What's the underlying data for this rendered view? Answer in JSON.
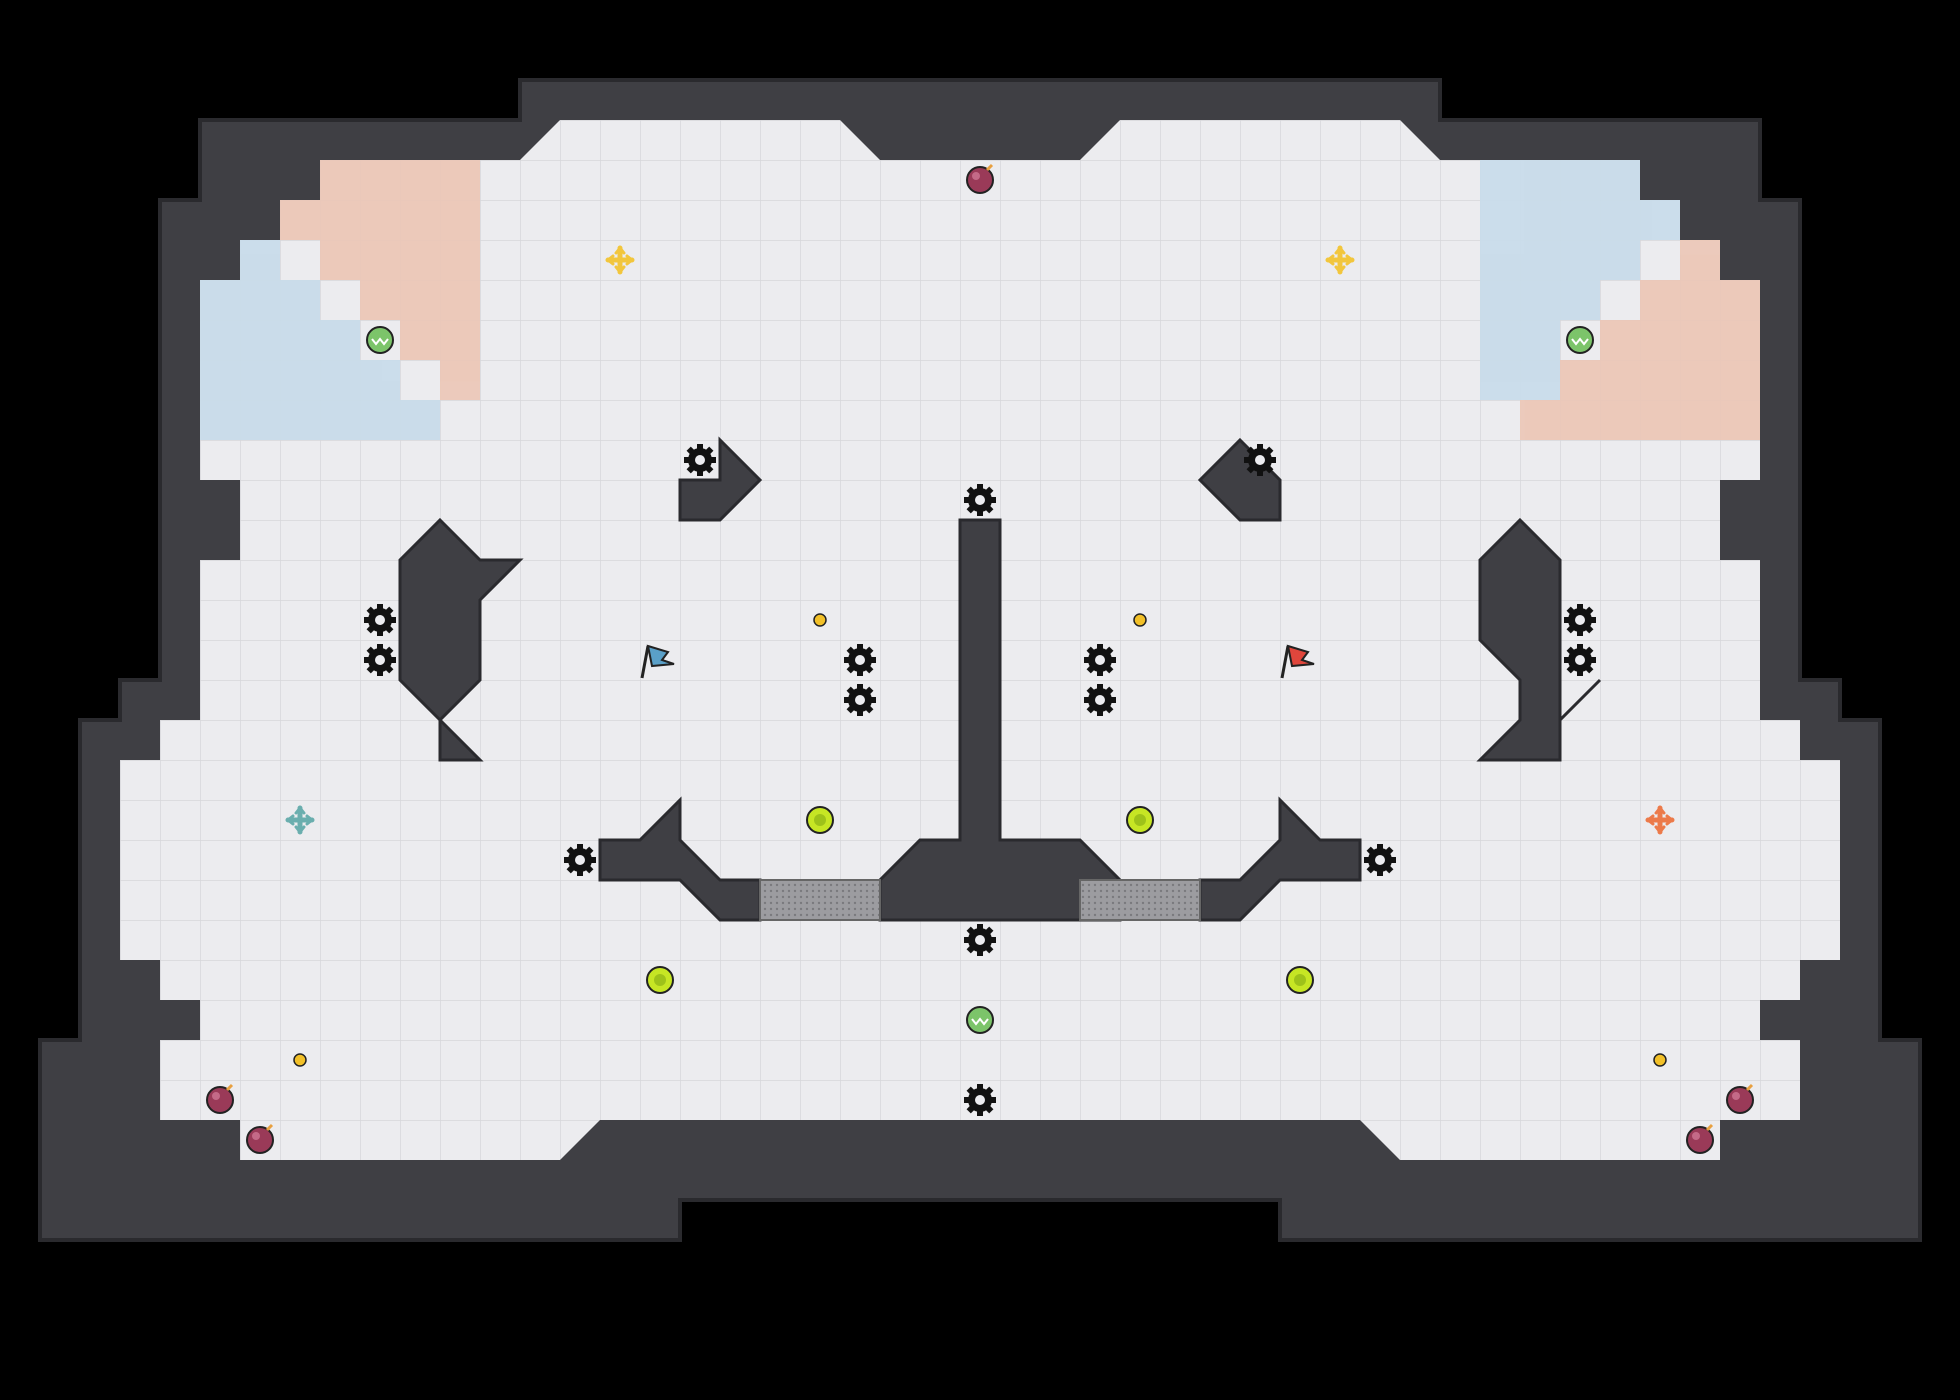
{
  "map": {
    "kind": "capture-the-flag",
    "background_color": "#000000",
    "wall_color": "#3f3f44",
    "wall_edge_color": "#2a2a2e",
    "floor_color": "#ececef",
    "grid_line_color": "#d6d6da",
    "blue_zone_color": "#c9dcea",
    "red_zone_color": "#ecc8b8"
  },
  "flags": [
    {
      "team": "blue",
      "color": "#5aa0c8"
    },
    {
      "team": "red",
      "color": "#e0463c"
    }
  ],
  "legend_icons": {
    "spike": "spike-mine-icon",
    "bomb": "bomb-icon",
    "boost": "boost-pad-icon",
    "powerup": "powerup-icon",
    "spawn_yellow": "spawn-cross-yellow-icon",
    "spawn_teal": "spawn-cross-teal-icon",
    "spawn_orange": "spawn-cross-orange-icon",
    "flag_blue": "blue-flag-icon",
    "flag_red": "red-flag-icon",
    "gate": "gate-tile-icon",
    "pellet": "pellet-icon"
  },
  "colors": {
    "spawn_yellow": "#f2c63c",
    "spawn_teal": "#6aaeae",
    "spawn_orange": "#ec7a4a",
    "bomb": "#9a3a58",
    "boost": "#c6e624",
    "powerup": "#7cc46a",
    "pellet": "#f2c028",
    "spike": "#111111",
    "gate": "#8e8e92"
  }
}
